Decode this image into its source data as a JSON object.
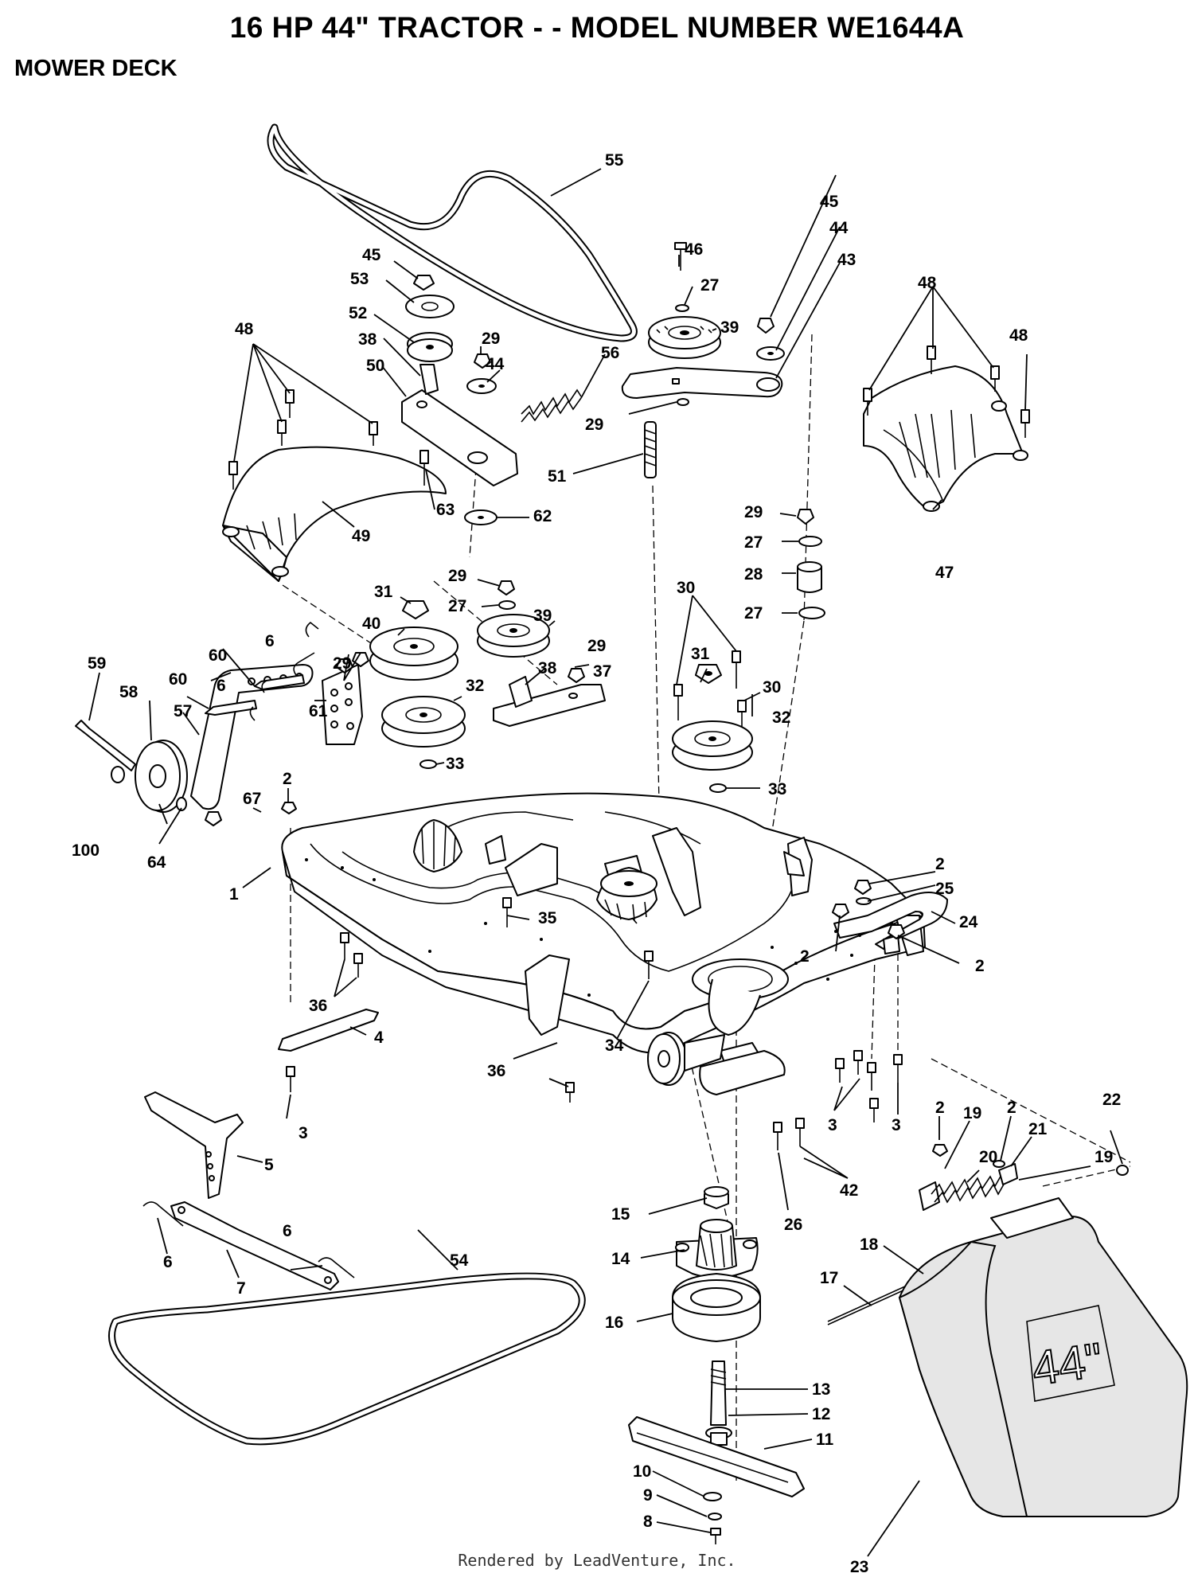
{
  "header": {
    "title": "16 HP 44\" TRACTOR - - MODEL NUMBER WE1644A",
    "section": "MOWER DECK"
  },
  "footer": {
    "credit": "Rendered by LeadVenture, Inc."
  },
  "deck_badge": "44\"",
  "callouts": [
    {
      "id": "c55",
      "text": "55"
    },
    {
      "id": "c45a",
      "text": "45"
    },
    {
      "id": "c53",
      "text": "53"
    },
    {
      "id": "c52",
      "text": "52"
    },
    {
      "id": "c38a",
      "text": "38"
    },
    {
      "id": "c50",
      "text": "50"
    },
    {
      "id": "c48a",
      "text": "48"
    },
    {
      "id": "c29a",
      "text": "29"
    },
    {
      "id": "c44a",
      "text": "44"
    },
    {
      "id": "c56",
      "text": "56"
    },
    {
      "id": "c46",
      "text": "46"
    },
    {
      "id": "c27a",
      "text": "27"
    },
    {
      "id": "c39a",
      "text": "39"
    },
    {
      "id": "c45b",
      "text": "45"
    },
    {
      "id": "c44b",
      "text": "44"
    },
    {
      "id": "c43",
      "text": "43"
    },
    {
      "id": "c29b",
      "text": "29"
    },
    {
      "id": "c51",
      "text": "51"
    },
    {
      "id": "c48b",
      "text": "48"
    },
    {
      "id": "c48c",
      "text": "48"
    },
    {
      "id": "c49",
      "text": "49"
    },
    {
      "id": "c63",
      "text": "63"
    },
    {
      "id": "c62",
      "text": "62"
    },
    {
      "id": "c47",
      "text": "47"
    },
    {
      "id": "c29c",
      "text": "29"
    },
    {
      "id": "c27b",
      "text": "27"
    },
    {
      "id": "c28",
      "text": "28"
    },
    {
      "id": "c27c",
      "text": "27"
    },
    {
      "id": "c31a",
      "text": "31"
    },
    {
      "id": "c29d",
      "text": "29"
    },
    {
      "id": "c27d",
      "text": "27"
    },
    {
      "id": "c40",
      "text": "40"
    },
    {
      "id": "c39b",
      "text": "39"
    },
    {
      "id": "c30a",
      "text": "30"
    },
    {
      "id": "c59",
      "text": "59"
    },
    {
      "id": "c60a",
      "text": "60"
    },
    {
      "id": "c6a",
      "text": "6"
    },
    {
      "id": "c29e",
      "text": "29"
    },
    {
      "id": "c29f",
      "text": "29"
    },
    {
      "id": "c37",
      "text": "37"
    },
    {
      "id": "c38b",
      "text": "38"
    },
    {
      "id": "c31b",
      "text": "31"
    },
    {
      "id": "c30b",
      "text": "30"
    },
    {
      "id": "c58",
      "text": "58"
    },
    {
      "id": "c60b",
      "text": "60"
    },
    {
      "id": "c6b",
      "text": "6"
    },
    {
      "id": "c57",
      "text": "57"
    },
    {
      "id": "c61",
      "text": "61"
    },
    {
      "id": "c32a",
      "text": "32"
    },
    {
      "id": "c32b",
      "text": "32"
    },
    {
      "id": "c33a",
      "text": "33"
    },
    {
      "id": "c33b",
      "text": "33"
    },
    {
      "id": "c2a",
      "text": "2"
    },
    {
      "id": "c67",
      "text": "67"
    },
    {
      "id": "c100",
      "text": "100"
    },
    {
      "id": "c64",
      "text": "64"
    },
    {
      "id": "c1",
      "text": "1"
    },
    {
      "id": "c35",
      "text": "35"
    },
    {
      "id": "c2b",
      "text": "2"
    },
    {
      "id": "c25",
      "text": "25"
    },
    {
      "id": "c24",
      "text": "24"
    },
    {
      "id": "c2c",
      "text": "2"
    },
    {
      "id": "c2d",
      "text": "2"
    },
    {
      "id": "c36a",
      "text": "36"
    },
    {
      "id": "c4",
      "text": "4"
    },
    {
      "id": "c34",
      "text": "34"
    },
    {
      "id": "c36b",
      "text": "36"
    },
    {
      "id": "c3a",
      "text": "3"
    },
    {
      "id": "c3b",
      "text": "3"
    },
    {
      "id": "c3c",
      "text": "3"
    },
    {
      "id": "c2e",
      "text": "2"
    },
    {
      "id": "c2f",
      "text": "2"
    },
    {
      "id": "c19a",
      "text": "19"
    },
    {
      "id": "c21",
      "text": "21"
    },
    {
      "id": "c22",
      "text": "22"
    },
    {
      "id": "c20",
      "text": "20"
    },
    {
      "id": "c19b",
      "text": "19"
    },
    {
      "id": "c5",
      "text": "5"
    },
    {
      "id": "c42",
      "text": "42"
    },
    {
      "id": "c26",
      "text": "26"
    },
    {
      "id": "c15",
      "text": "15"
    },
    {
      "id": "c6c",
      "text": "6"
    },
    {
      "id": "c6d",
      "text": "6"
    },
    {
      "id": "c7",
      "text": "7"
    },
    {
      "id": "c54",
      "text": "54"
    },
    {
      "id": "c14",
      "text": "14"
    },
    {
      "id": "c18",
      "text": "18"
    },
    {
      "id": "c17",
      "text": "17"
    },
    {
      "id": "c16",
      "text": "16"
    },
    {
      "id": "c13",
      "text": "13"
    },
    {
      "id": "c12",
      "text": "12"
    },
    {
      "id": "c11",
      "text": "11"
    },
    {
      "id": "c10",
      "text": "10"
    },
    {
      "id": "c9",
      "text": "9"
    },
    {
      "id": "c8",
      "text": "8"
    },
    {
      "id": "c23",
      "text": "23"
    }
  ]
}
